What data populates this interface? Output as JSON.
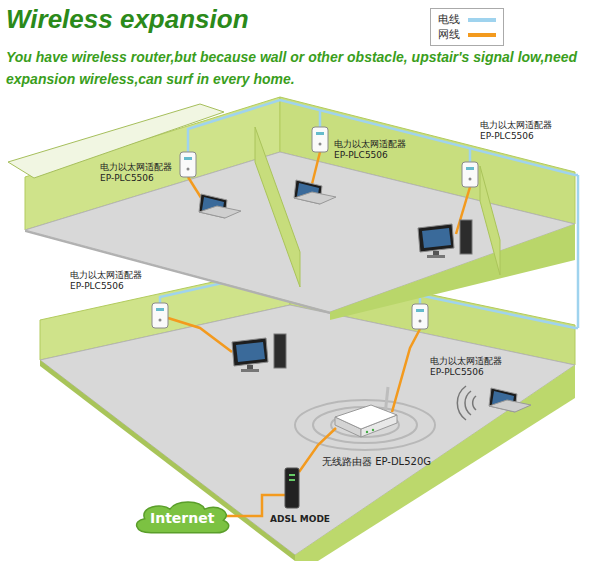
{
  "diagram": {
    "title": "Wireless expansion",
    "nodes": [
      {
        "text": [
          "Internet"
        ]
      }
    ],
    "labels": [
      "You have wireless router,but because wall or other obstacle, upstair's signal low,need expansion wireless,can surf in every home.",
      "电力以太网适配器",
      "EP-PLC5506",
      "电力以太网适配器",
      "EP-PLC5506",
      "电力以太网适配器",
      "EP-PLC5506",
      "电力以太网适配器",
      "EP-PLC5506",
      "电力以太网适配器",
      "EP-PLC5506",
      "无线路由器 EP-DL520G",
      "ADSL MODE"
    ],
    "legend": [
      {
        "text": "电线",
        "color": "#9fd3ee"
      },
      {
        "text": "网线",
        "color": "#f39a1e"
      }
    ]
  }
}
